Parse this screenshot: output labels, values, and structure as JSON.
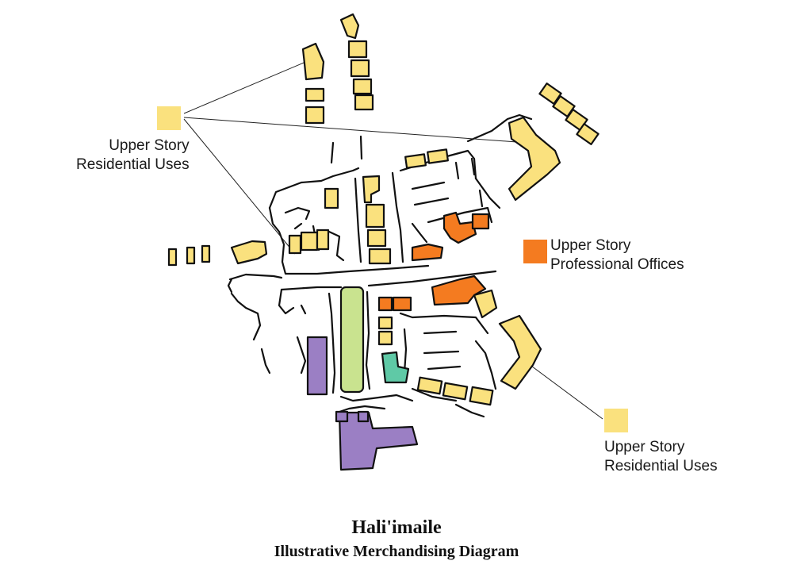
{
  "legend": [
    {
      "label_line1": "Upper Story",
      "label_line2": "Residential Uses",
      "color": "#fae17e"
    },
    {
      "label_line1": "Upper Story",
      "label_line2": "Professional Offices",
      "color": "#f47b20"
    },
    {
      "label_line1": "Upper Story",
      "label_line2": "Residential Uses",
      "color": "#fae17e"
    }
  ],
  "colors": {
    "residential": "#fae17e",
    "office": "#f47b20",
    "civic": "#9b7fc4",
    "green": "#c9e38f",
    "teal": "#5fc9a6",
    "outline": "#111111"
  },
  "title": "Hali'imaile",
  "subtitle": "Illustrative Merchandising Diagram"
}
